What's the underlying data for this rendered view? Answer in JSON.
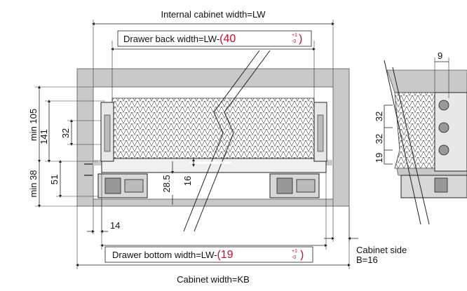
{
  "labels": {
    "internal_width": "Internal cabinet width=LW",
    "back_width_prefix": "Drawer back width=LW-",
    "back_width_paren_open": "(",
    "back_width_value": "40",
    "back_width_tol_plus": "+1",
    "back_width_tol_minus": "-0",
    "back_width_paren_close": ")",
    "bottom_width_prefix": "Drawer bottom width=LW-",
    "bottom_width_paren_open": "(",
    "bottom_width_value": "19",
    "bottom_width_tol_plus": "+1",
    "bottom_width_tol_minus": "-0",
    "bottom_width_paren_close": ")",
    "cabinet_width": "Cabinet width=KB",
    "cabinet_side_line1": "Cabinet side",
    "cabinet_side_line2": "B=16"
  },
  "dimensions": {
    "min_105": "min 105",
    "d141": "141",
    "d32_left": "32",
    "min_38": "min 38",
    "d51": "51",
    "d28_5": "28.5",
    "d16": "16",
    "d14": "14",
    "d9": "9",
    "d32_right_a": "32",
    "d32_right_b": "32",
    "d19": "19"
  },
  "colors": {
    "cabinet_gray": "#c9c9c9",
    "line_dark": "#222222",
    "accent_red": "#c8102e"
  }
}
